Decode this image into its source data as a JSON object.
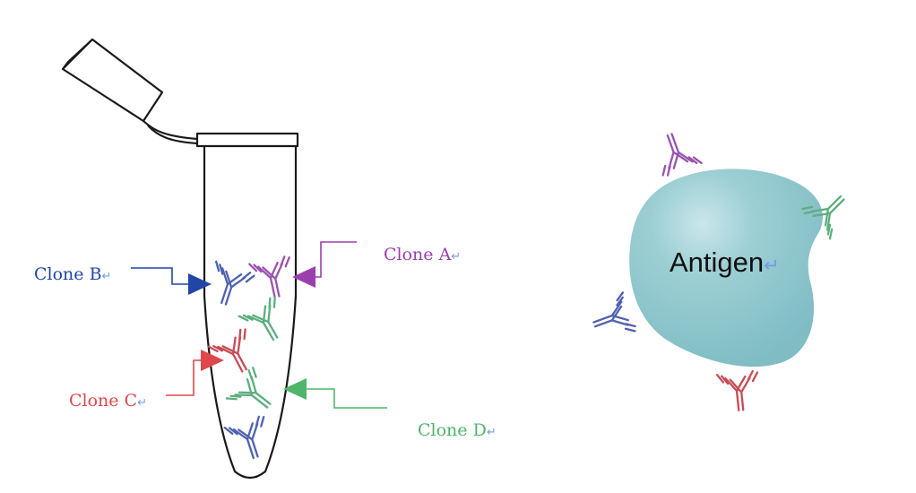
{
  "colors": {
    "clone_a": "#9c3fae",
    "clone_b": "#2046a8",
    "clone_c": "#e0474c",
    "clone_d": "#4fb56a",
    "antibody_a": "#9b52b0",
    "antibody_b": "#4f62b0",
    "antibody_c": "#c84b55",
    "antibody_d": "#5cae7e",
    "antigen_fill": "#8cc5cc",
    "paragraph_mark": "#6f9ce8",
    "outline": "#1a1a1a"
  },
  "labels": {
    "clone_a": "Clone A",
    "clone_b": "Clone B",
    "clone_c": "Clone C",
    "clone_d": "Clone D",
    "antigen": "Antigen",
    "paragraph_mark": "↵"
  },
  "icons": {
    "tube": "microcentrifuge-tube-icon",
    "antibody": "antibody-y-icon",
    "antigen": "antigen-blob-icon"
  }
}
